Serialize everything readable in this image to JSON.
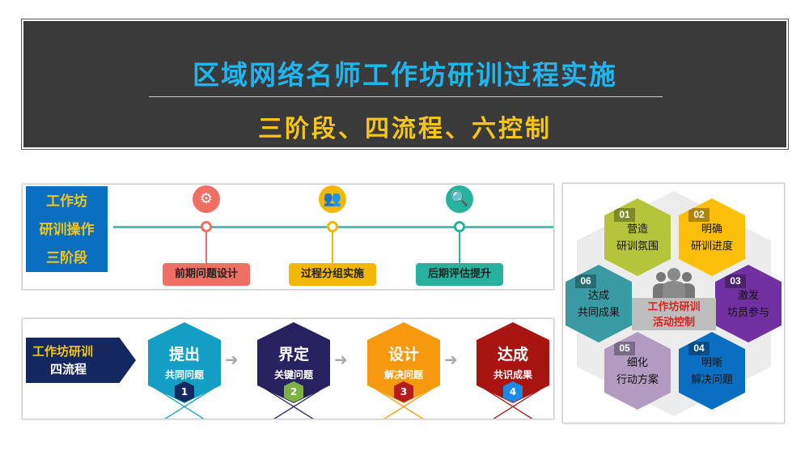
{
  "header": {
    "title": "区域网络名师工作坊研训过程实施",
    "subtitle": "三阶段、四流程、六控制"
  },
  "stages": {
    "label_lines": [
      "工作坊",
      "研训操作",
      "三阶段"
    ],
    "items": [
      {
        "label": "前期问题设计",
        "icon": "gear-icon",
        "color": "#f06f63"
      },
      {
        "label": "过程分组实施",
        "icon": "users-icon",
        "color": "#f2b705"
      },
      {
        "label": "后期评估提升",
        "icon": "search-icon",
        "color": "#27b29e"
      }
    ]
  },
  "flow": {
    "label_lines": [
      "工作坊研训",
      "四流程"
    ],
    "items": [
      {
        "title": "提出",
        "sub": "共同问题",
        "num": "1",
        "color": "#129fc3",
        "numColor": "#14275e"
      },
      {
        "title": "界定",
        "sub": "关键问题",
        "num": "2",
        "color": "#27215f",
        "numColor": "#7cb342"
      },
      {
        "title": "设计",
        "sub": "解决问题",
        "num": "3",
        "color": "#f59a0e",
        "numColor": "#b71c1c"
      },
      {
        "title": "达成",
        "sub": "共识成果",
        "num": "4",
        "color": "#a8140f",
        "numColor": "#1e88e5"
      }
    ]
  },
  "control": {
    "center_lines": [
      "工作坊研训",
      "活动控制"
    ],
    "items": [
      {
        "num": "01",
        "l1": "营造",
        "l2": "研训氛围",
        "color": "#b5c43a"
      },
      {
        "num": "02",
        "l1": "明确",
        "l2": "研训进度",
        "color": "#fbbf0a"
      },
      {
        "num": "03",
        "l1": "激发",
        "l2": "坊员参与",
        "color": "#7030a0"
      },
      {
        "num": "04",
        "l1": "明晰",
        "l2": "解决问题",
        "color": "#0a6fc2"
      },
      {
        "num": "05",
        "l1": "细化",
        "l2": "行动方案",
        "color": "#b29ac0"
      },
      {
        "num": "06",
        "l1": "达成",
        "l2": "共同成果",
        "color": "#3a9aa3"
      }
    ]
  }
}
